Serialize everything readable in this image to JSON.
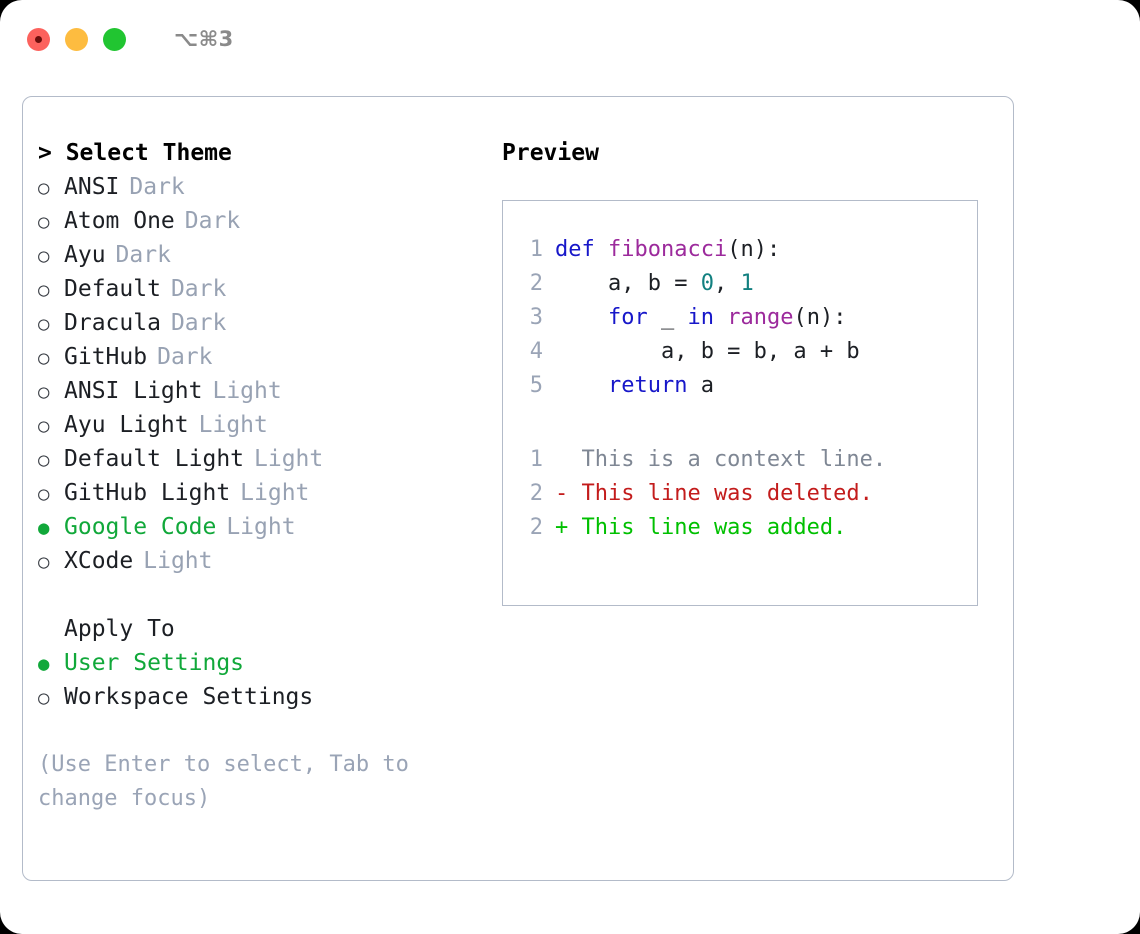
{
  "window": {
    "shortcut": "⌥⌘3",
    "traffic_lights": [
      "close",
      "minimize",
      "maximize"
    ]
  },
  "theme_picker": {
    "header": "> Select Theme",
    "marker_selected": "●",
    "marker_unselected": "○",
    "items": [
      {
        "name": "ANSI",
        "badge": "Dark",
        "selected": false
      },
      {
        "name": "Atom One",
        "badge": "Dark",
        "selected": false
      },
      {
        "name": "Ayu",
        "badge": "Dark",
        "selected": false
      },
      {
        "name": "Default",
        "badge": "Dark",
        "selected": false
      },
      {
        "name": "Dracula",
        "badge": "Dark",
        "selected": false
      },
      {
        "name": "GitHub",
        "badge": "Dark",
        "selected": false
      },
      {
        "name": "ANSI Light",
        "badge": "Light",
        "selected": false
      },
      {
        "name": "Ayu Light",
        "badge": "Light",
        "selected": false
      },
      {
        "name": "Default Light",
        "badge": "Light",
        "selected": false
      },
      {
        "name": "GitHub Light",
        "badge": "Light",
        "selected": false
      },
      {
        "name": "Google Code",
        "badge": "Light",
        "selected": true
      },
      {
        "name": "XCode",
        "badge": "Light",
        "selected": false
      }
    ]
  },
  "apply_to": {
    "title": "Apply To",
    "options": [
      {
        "label": "User Settings",
        "selected": true
      },
      {
        "label": "Workspace Settings",
        "selected": false
      }
    ]
  },
  "hint": "(Use Enter to select, Tab to change focus)",
  "preview": {
    "title": "Preview",
    "code_lines": [
      {
        "no": "1",
        "tokens": [
          {
            "t": "def ",
            "c": "kw"
          },
          {
            "t": "fibonacci",
            "c": "fn"
          },
          {
            "t": "(n):",
            "c": "plain"
          }
        ]
      },
      {
        "no": "2",
        "tokens": [
          {
            "t": "    a, b = ",
            "c": "plain"
          },
          {
            "t": "0",
            "c": "num"
          },
          {
            "t": ", ",
            "c": "plain"
          },
          {
            "t": "1",
            "c": "num"
          }
        ]
      },
      {
        "no": "3",
        "tokens": [
          {
            "t": "    ",
            "c": "plain"
          },
          {
            "t": "for",
            "c": "kw"
          },
          {
            "t": " _ ",
            "c": "plain"
          },
          {
            "t": "in",
            "c": "kw"
          },
          {
            "t": " ",
            "c": "plain"
          },
          {
            "t": "range",
            "c": "fn"
          },
          {
            "t": "(n):",
            "c": "plain"
          }
        ]
      },
      {
        "no": "4",
        "tokens": [
          {
            "t": "        a, b = b, a + b",
            "c": "plain"
          }
        ]
      },
      {
        "no": "5",
        "tokens": [
          {
            "t": "    ",
            "c": "plain"
          },
          {
            "t": "return",
            "c": "kw"
          },
          {
            "t": " a",
            "c": "plain"
          }
        ]
      }
    ],
    "diff_lines": [
      {
        "no": "1",
        "text": "  This is a context line.",
        "kind": "context"
      },
      {
        "no": "2",
        "text": "- This line was deleted.",
        "kind": "del"
      },
      {
        "no": "2",
        "text": "+ This line was added.",
        "kind": "add"
      }
    ]
  },
  "colors": {
    "accent_green": "#11a83a",
    "badge_gray": "#98a2b3",
    "border": "#b3bbc9",
    "keyword_blue": "#1717c9",
    "function_magenta": "#9c2a9c",
    "number_teal": "#128080",
    "diff_deleted": "#c31c1c",
    "diff_added": "#00c000",
    "hint_gray": "#9aa4b6"
  }
}
